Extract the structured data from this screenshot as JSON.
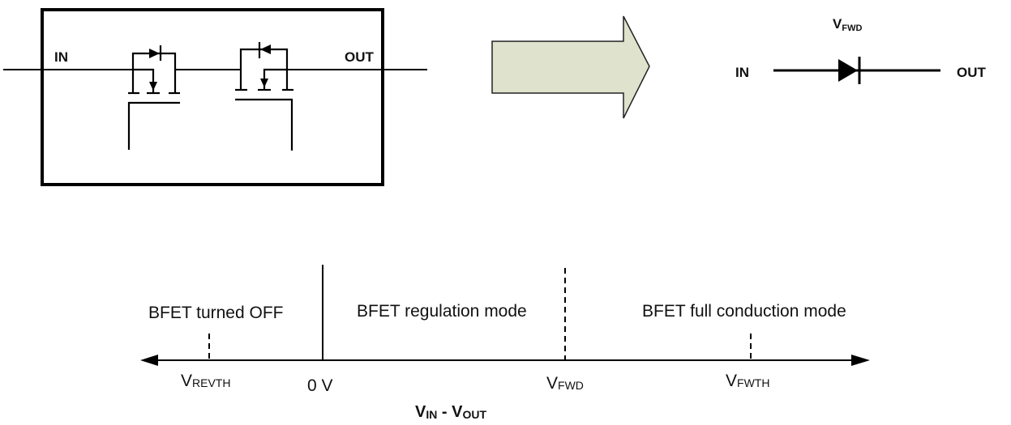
{
  "circuit_block": {
    "in_label": "IN",
    "out_label": "OUT",
    "description": "Back-to-back FET switch block"
  },
  "transform_arrow": {
    "fill_color": "#dfe2cc"
  },
  "diode_equivalent": {
    "in_label": "IN",
    "out_label": "OUT",
    "vfwd_main": "V",
    "vfwd_sub": "FWD"
  },
  "axis": {
    "title_main1": "V",
    "title_sub1": "IN",
    "title_sep": " - ",
    "title_main2": "V",
    "title_sub2": "OUT",
    "regions": [
      {
        "label": "BFET turned OFF"
      },
      {
        "label": "BFET regulation mode"
      },
      {
        "label": "BFET full conduction mode"
      }
    ],
    "markers": [
      {
        "main": "V",
        "sub": "REVTH",
        "line": "dashed-short"
      },
      {
        "main": "0 V",
        "sub": "",
        "line": "solid-tall"
      },
      {
        "main": "V",
        "sub": "FWD",
        "line": "dashed-tall"
      },
      {
        "main": "V",
        "sub": "FWTH",
        "line": "dashed-short"
      }
    ]
  }
}
